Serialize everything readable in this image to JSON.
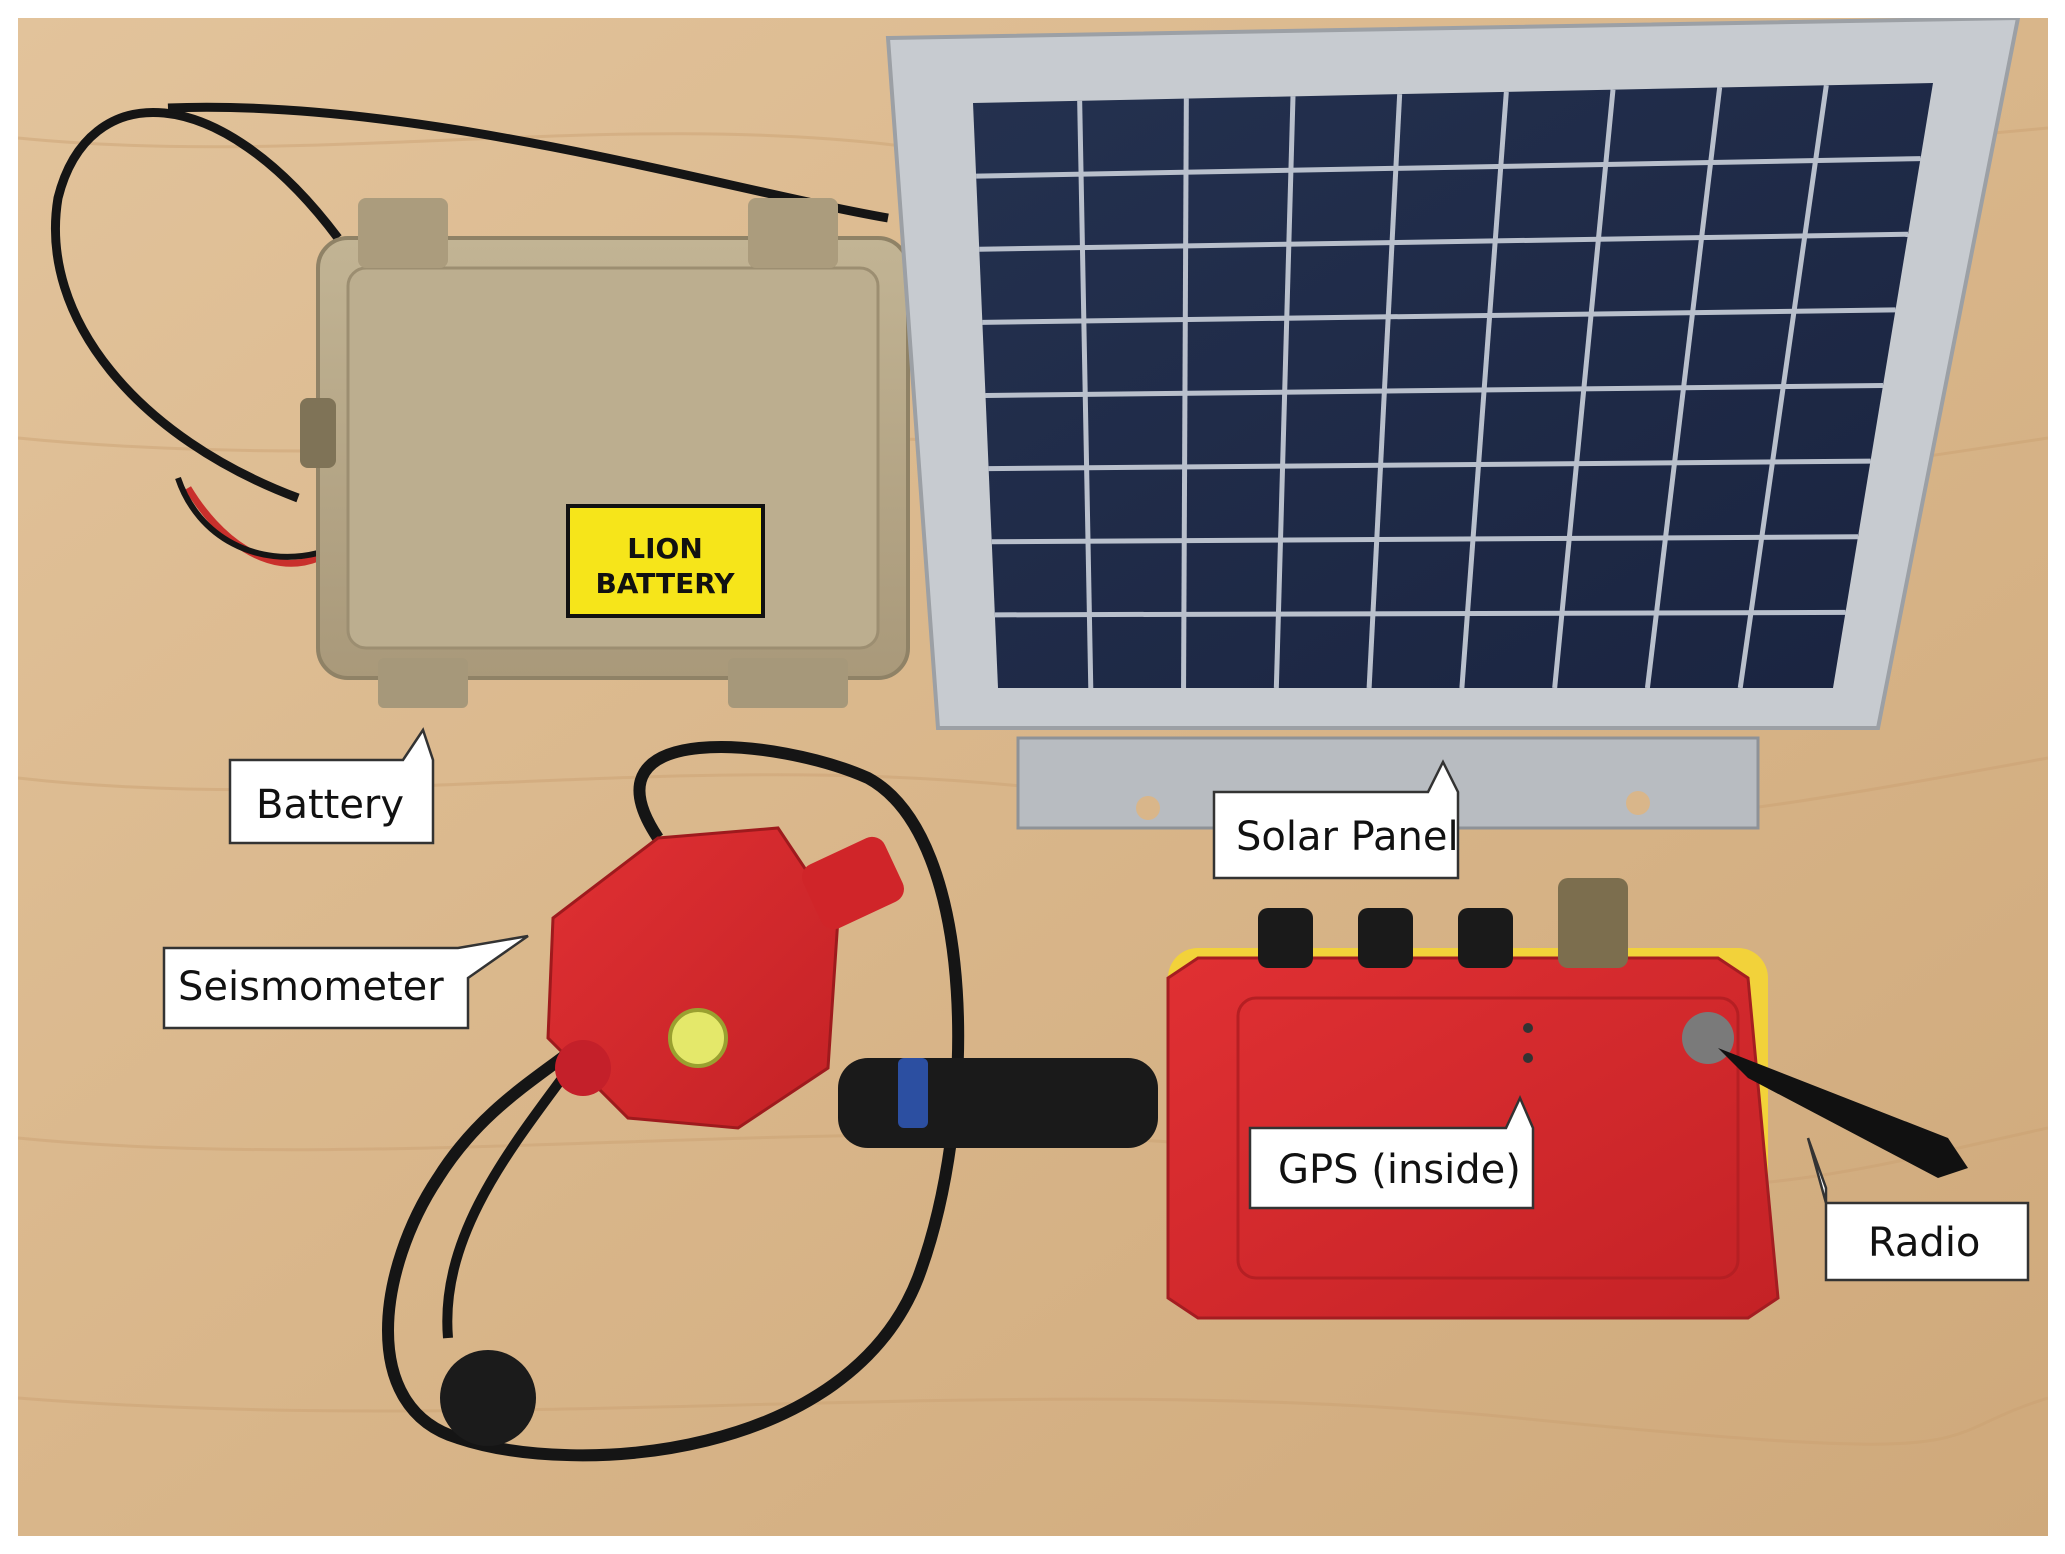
{
  "colors": {
    "table": "#dcb98f",
    "table_dark": "#caa275",
    "battery_case": "#b7a88a",
    "battery_label": "#f6e51a",
    "panel_frame": "#c7cbd0",
    "panel_cell": "#1f2b4a",
    "red_device": "#d8282c",
    "yellow_bumper": "#f2d23a",
    "cable": "#151515",
    "callout_border": "#333333"
  },
  "battery_label": {
    "line1": "LION",
    "line2": "BATTERY"
  },
  "callouts": {
    "battery": "Battery",
    "solar_panel": "Solar Panel",
    "seismometer": "Seismometer",
    "gps": "GPS (inside)",
    "radio": "Radio"
  }
}
